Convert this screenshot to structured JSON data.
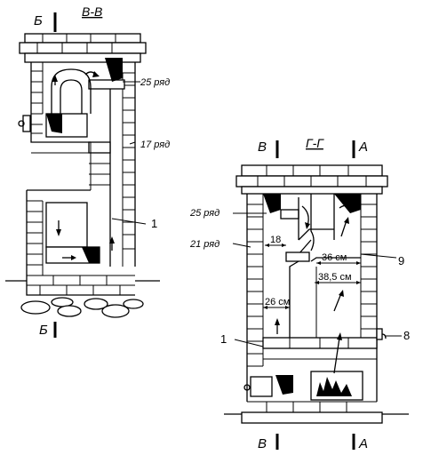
{
  "left_section": {
    "title": "В-В",
    "cut_label_top": "Б",
    "cut_label_bottom": "Б",
    "row_labels": [
      "25 ряд",
      "17 ряд"
    ],
    "callout": "1"
  },
  "right_section": {
    "title": "Г-Г",
    "cut_label_top_left": "В",
    "cut_label_top_right": "А",
    "cut_label_bottom_left": "В",
    "cut_label_bottom_right": "А",
    "row_labels": [
      "25 ряд",
      "21 ряд"
    ],
    "dimensions": [
      "18",
      "36 см",
      "38,5 см",
      "26 см"
    ],
    "callouts": [
      "9",
      "8",
      "1"
    ]
  }
}
